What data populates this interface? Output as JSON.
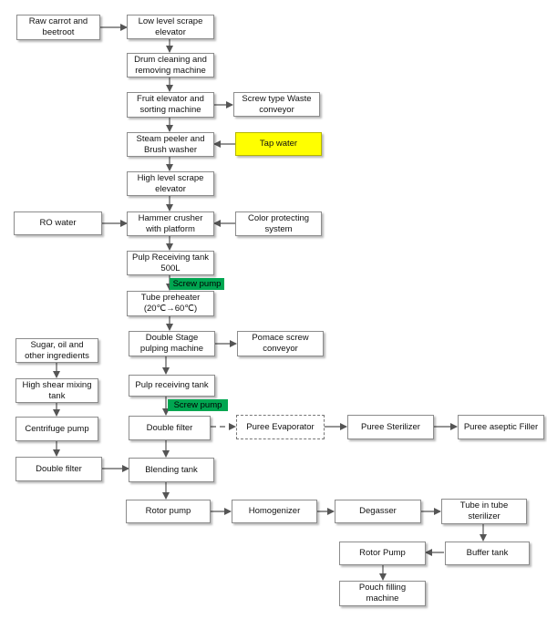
{
  "nodes": {
    "raw_carrot": "Raw carrot and\nbeetroot",
    "low_scrape": "Low level scrape\nelevator",
    "drum_clean": "Drum cleaning and\nremoving machine",
    "fruit_elev": "Fruit elevator and\nsorting machine",
    "screw_waste": "Screw type Waste\nconveyor",
    "steam_peeler": "Steam peeler and\nBrush washer",
    "tap_water": "Tap water",
    "high_scrape": "High level scrape\nelevator",
    "ro_water": "RO water",
    "hammer": "Hammer crusher\nwith platform",
    "color_prot": "Color protecting\nsystem",
    "pulp_recv_500": "Pulp Receiving tank\n500L",
    "tube_preheater": "Tube  preheater\n(20℃→60℃)",
    "double_stage": "Double Stage\npulping machine",
    "pomace": "Pomace screw\nconveyor",
    "sugar": "Sugar, oil and\nother ingredients",
    "high_shear": "High shear mixing\ntank",
    "pulp_recv": "Pulp receiving tank",
    "centrifuge": "Centrifuge pump",
    "double_filter_main": "Double filter",
    "puree_evap": "Puree Evaporator",
    "puree_steril": "Puree Sterilizer",
    "puree_filler": "Puree aseptic Filler",
    "double_filter_left": "Double filter",
    "blending": "Blending tank",
    "rotor_pump": "Rotor pump",
    "homogenizer": "Homogenizer",
    "degasser": "Degasser",
    "tube_in_tube": "Tube in tube\nsterilizer",
    "rotor_pump2": "Rotor Pump",
    "buffer_tank": "Buffer tank",
    "pouch": "Pouch filling\nmachine"
  },
  "labels": {
    "screw_pump_1": "Screw pump",
    "screw_pump_2": "Screw pump"
  },
  "colors": {
    "highlight_yellow": "#ffff00",
    "label_green": "#00a651"
  }
}
